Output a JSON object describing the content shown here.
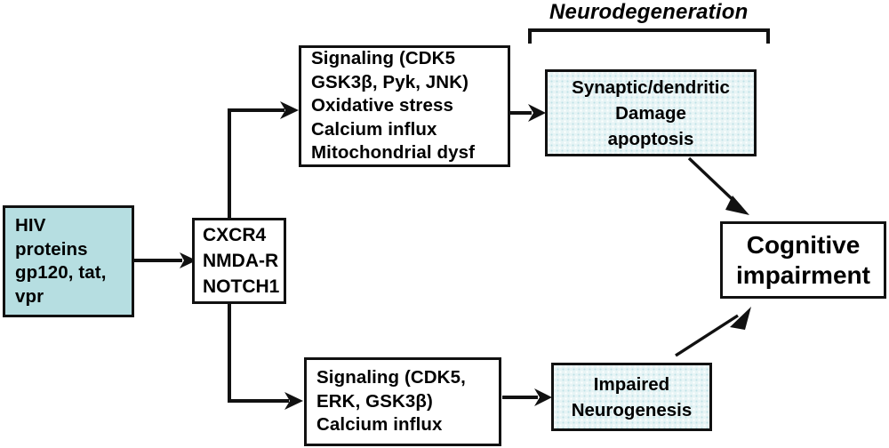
{
  "diagram": {
    "title": "Neurodegeneration",
    "colors": {
      "solid_teal": "#b6dee1",
      "dotted_teal": "#e7f4f5",
      "box_border": "#111111",
      "background": "#ffffff"
    },
    "nodes": {
      "hiv_proteins": {
        "lines": [
          "HIV",
          "proteins",
          "gp120, tat,",
          "vpr"
        ],
        "fill": "solid-teal"
      },
      "receptors": {
        "lines": [
          "CXCR4",
          "NMDA-R",
          "NOTCH1"
        ],
        "fill": "white"
      },
      "top_signaling": {
        "lines": [
          "Signaling (CDK5",
          "GSK3β, Pyk, JNK)",
          "Oxidative stress",
          "Calcium influx",
          "Mitochondrial dysf"
        ],
        "fill": "white"
      },
      "synaptic_damage": {
        "lines": [
          "Synaptic/dendritic",
          "Damage",
          "apoptosis"
        ],
        "fill": "dotted-teal"
      },
      "bottom_signaling": {
        "lines": [
          "Signaling (CDK5,",
          "ERK, GSK3β)",
          "Calcium influx"
        ],
        "fill": "white"
      },
      "impaired_neurogenesis": {
        "lines": [
          "Impaired",
          "Neurogenesis"
        ],
        "fill": "dotted-teal"
      },
      "cognitive_impairment": {
        "lines": [
          "Cognitive",
          "impairment"
        ],
        "fill": "white"
      }
    },
    "edges": [
      {
        "from": "hiv_proteins",
        "to": "receptors",
        "style": "straight-arrow"
      },
      {
        "from": "receptors",
        "to": "top_signaling",
        "style": "elbow-arrow"
      },
      {
        "from": "receptors",
        "to": "bottom_signaling",
        "style": "elbow-arrow"
      },
      {
        "from": "top_signaling",
        "to": "synaptic_damage",
        "style": "straight-arrow"
      },
      {
        "from": "bottom_signaling",
        "to": "impaired_neurogenesis",
        "style": "straight-arrow"
      },
      {
        "from": "synaptic_damage",
        "to": "cognitive_impairment",
        "style": "diagonal-arrow"
      },
      {
        "from": "impaired_neurogenesis",
        "to": "cognitive_impairment",
        "style": "diagonal-arrow"
      }
    ],
    "bracket": {
      "label": "Neurodegeneration",
      "spans": [
        "synaptic_damage"
      ]
    }
  }
}
